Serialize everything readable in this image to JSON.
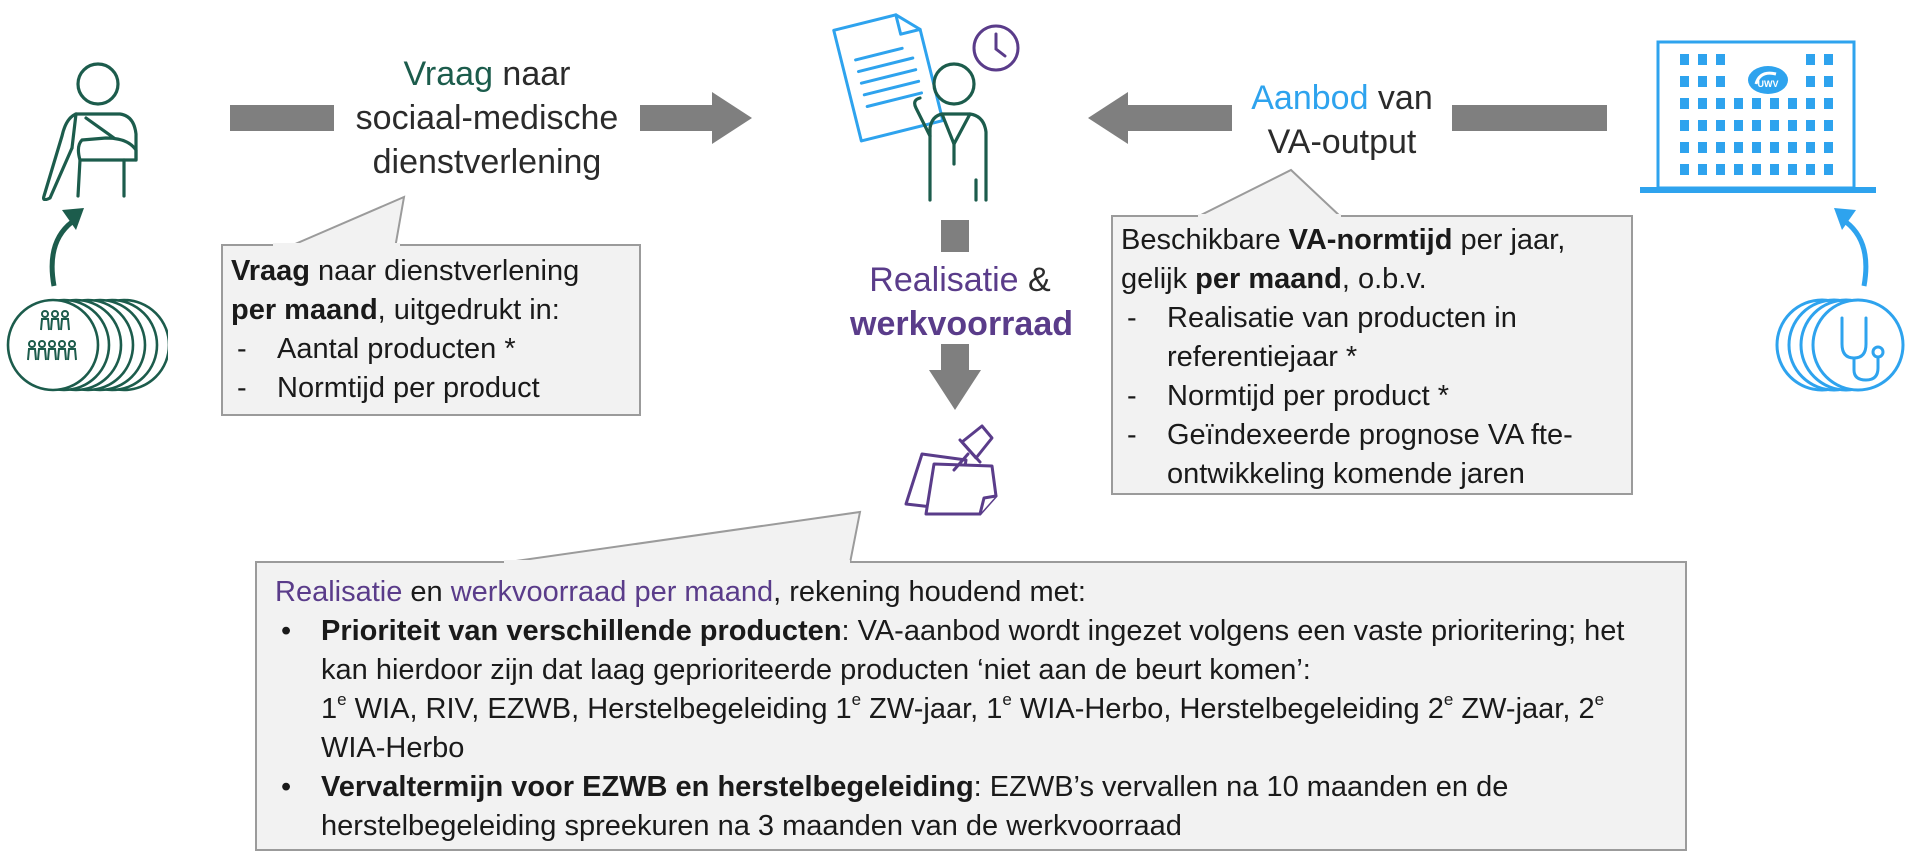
{
  "colors": {
    "teal": "#1c5c4c",
    "blue": "#2ea3ee",
    "purple": "#5a3c8a",
    "arrow": "#7f7f7f",
    "callout_bg": "#f2f2f2"
  },
  "icons": {
    "left_person": "patient-with-sling-icon",
    "left_group": "population-group-icon",
    "center_person": "doctor-with-document-icon",
    "center_clock": "clock-icon",
    "center_notes": "pinned-notes-icon",
    "right_building": "uwv-office-building-icon",
    "right_stethoscope": "stethoscope-stack-icon",
    "building_logo_text": "UWV"
  },
  "vraag": {
    "word": "Vraag",
    "line1_rest": " naar",
    "line2": "sociaal-medische",
    "line3": "dienstverlening"
  },
  "aanbod": {
    "word": "Aanbod",
    "line1_rest": " van",
    "line2": "VA-output"
  },
  "realisatie": {
    "word1": "Realisatie",
    "amp": " &",
    "word2": "werkvoorraad"
  },
  "callout_left": {
    "l1_bold": "Vraag",
    "l1_rest": " naar dienstverlening",
    "l2_bold": "per maand",
    "l2_rest": ", uitgedrukt in:",
    "items": [
      "Aantal producten *",
      "Normtijd per product"
    ]
  },
  "callout_right": {
    "l1_pre": "Beschikbare ",
    "l1_bold": "VA-normtijd",
    "l1_rest": " per jaar,",
    "l2_pre": "gelijk ",
    "l2_bold": "per maand",
    "l2_rest": ", o.b.v.",
    "items": [
      "Realisatie van producten in referentiejaar *",
      "Normtijd per product *",
      "Geïndexeerde prognose VA fte-ontwikkeling komende jaren"
    ]
  },
  "callout_bottom": {
    "intro_p1": "Realisatie",
    "intro_p2": " en ",
    "intro_p3": "werkvoorraad per maand",
    "intro_p4": ", rekening houdend met:",
    "b1_bold": "Prioriteit van verschillende producten",
    "b1_text": ": VA-aanbod wordt ingezet volgens een vaste prioritering; het kan hierdoor zijn dat laag geprioriteerde producten ‘niet aan de beurt komen’:",
    "b1_l_a": "1",
    "b1_sup_a": "e",
    "b1_l_b": " WIA, RIV, EZWB, Herstelbegeleiding 1",
    "b1_sup_b": "e",
    "b1_l_c": " ZW-jaar, 1",
    "b1_sup_c": "e",
    "b1_l_d": " WIA-Herbo, Herstelbegeleiding 2",
    "b1_sup_d": "e",
    "b1_l_e": " ZW-jaar, 2",
    "b1_sup_e": "e",
    "b1_l_f": " WIA-Herbo",
    "b2_bold": "Vervaltermijn voor EZWB en herstelbegeleiding",
    "b2_text": ": EZWB’s vervallen na 10 maanden en de herstelbegeleiding spreekuren na 3 maanden van de werkvoorraad"
  }
}
